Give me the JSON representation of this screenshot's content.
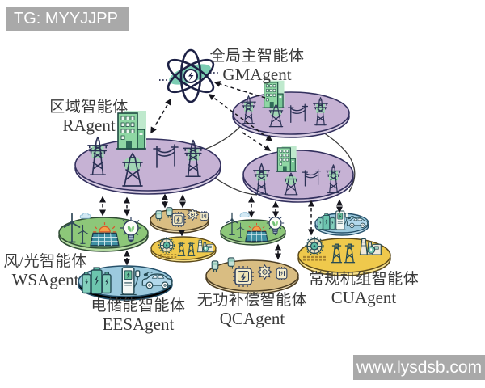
{
  "watermarks": {
    "top_left": "TG: MYYJJPP",
    "bottom_right": "www.lysdsb.com"
  },
  "agents": {
    "gma": {
      "name_cn": "全局主智能体",
      "name_en": "GMAgent",
      "color": "#7ccdb4",
      "icons": [
        "atom-icon"
      ]
    },
    "ra": {
      "name_cn": "区域智能体",
      "name_en": "RAgent",
      "color": "#c6b2d4",
      "icons": [
        "transmission-tower-icon",
        "office-building-icon",
        "pylon-icon",
        "power-lines-icon"
      ]
    },
    "ws": {
      "name_cn": "风/光智能体",
      "name_en": "WSAgent",
      "color": "#8dc779",
      "icons": [
        "wind-turbine-icon",
        "cloud-icon",
        "solar-panel-icon",
        "light-bulb-icon"
      ]
    },
    "ees": {
      "name_cn": "电储能智能体",
      "name_en": "EESAgent",
      "color": "#9ccade",
      "icons": [
        "battery-pack-icon",
        "ev-charger-icon",
        "electric-car-icon"
      ]
    },
    "qc": {
      "name_cn": "无功补偿智能体",
      "name_en": "QCAgent",
      "color": "#d9bd82",
      "icons": [
        "capacitor-icon",
        "power-chip-icon",
        "flower-chip-icon",
        "inductor-chip-icon"
      ]
    },
    "cu": {
      "name_cn": "常规机组智能体",
      "name_en": "CUAgent",
      "color": "#efc94c",
      "icons": [
        "generator-icon",
        "lattice-tower-icon",
        "power-plant-icon"
      ]
    }
  },
  "connections": [
    {
      "from": "GMAgent",
      "to": "RAgent-left",
      "style": "dashed-double-arrow"
    },
    {
      "from": "RAgent-top-right",
      "to": "GMAgent",
      "style": "dashed-arrow"
    },
    {
      "from": "GMAgent",
      "to": "RAgent-bottom-right",
      "style": "dashed-double-arrow"
    },
    {
      "from": "RAgent-top-right",
      "to": "RAgent-bottom-right",
      "style": "dashed-arrow"
    },
    {
      "from": "RAgent-left",
      "to": "RAgent-top-right",
      "style": "solid-curve"
    },
    {
      "from": "RAgent-left",
      "to": "RAgent-bottom-right",
      "style": "solid-curve"
    },
    {
      "from": "RAgent-top-right",
      "to": "RAgent-bottom-right",
      "style": "solid-curve"
    },
    {
      "from": "RAgent-left",
      "to": "WSAgent",
      "style": "dashed-double-arrow"
    },
    {
      "from": "RAgent-left",
      "to": "QCAgent",
      "style": "dashed-double-arrow"
    },
    {
      "from": "WSAgent",
      "to": "EESAgent",
      "style": "dashed-double-arrow"
    },
    {
      "from": "QCAgent",
      "to": "CUAgent",
      "style": "dashed-arrow"
    },
    {
      "from": "RAgent-bottom-right",
      "to": "WSAgent",
      "style": "dashed-double-arrow"
    },
    {
      "from": "RAgent-bottom-right",
      "to": "EESAgent",
      "style": "dashed-double-arrow"
    },
    {
      "from": "RAgent-bottom-right",
      "to": "CUAgent",
      "style": "dashed-double-arrow"
    },
    {
      "from": "WSAgent",
      "to": "QCAgent",
      "style": "dashed-double-arrow"
    }
  ],
  "style": {
    "outline_color": "#2a3054",
    "text_color": "#3a3a3a",
    "watermark_bg": "#a9a9a9"
  }
}
